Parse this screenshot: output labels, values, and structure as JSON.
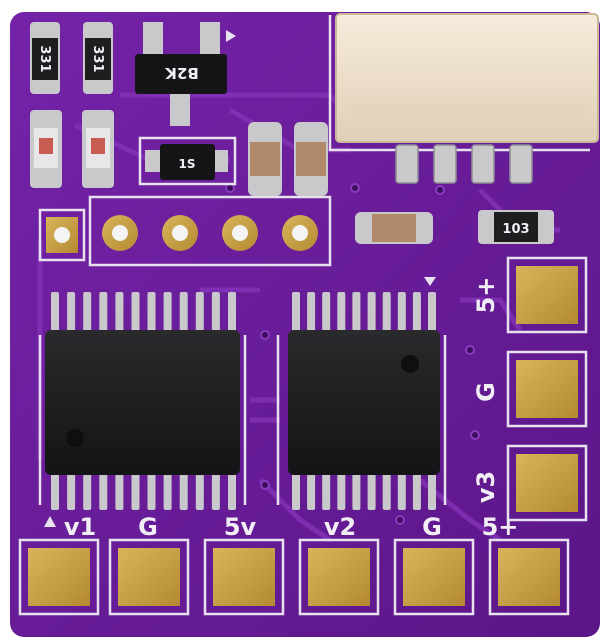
{
  "board": {
    "colors": {
      "background": "#ffffff",
      "pcb": "#6a1d9a",
      "pcb_dark": "#571583",
      "trace": "#7a2bb0",
      "silkscreen": "#ece6f0",
      "gold": "#c8a24a",
      "ic_body": "#1b1b1d",
      "pin_silver": "#c9c9cc",
      "connector": "#efe2cf"
    },
    "components": {
      "resistor_top_left_1": "331",
      "resistor_top_left_2": "331",
      "transistor_top": "B2K",
      "transistor_mid": "1S",
      "resistor_right": "103"
    },
    "bottom_labels": [
      "v1",
      "G",
      "5v",
      "v2",
      "G",
      "5+"
    ],
    "right_labels": [
      "5+",
      "G",
      "v3"
    ]
  }
}
